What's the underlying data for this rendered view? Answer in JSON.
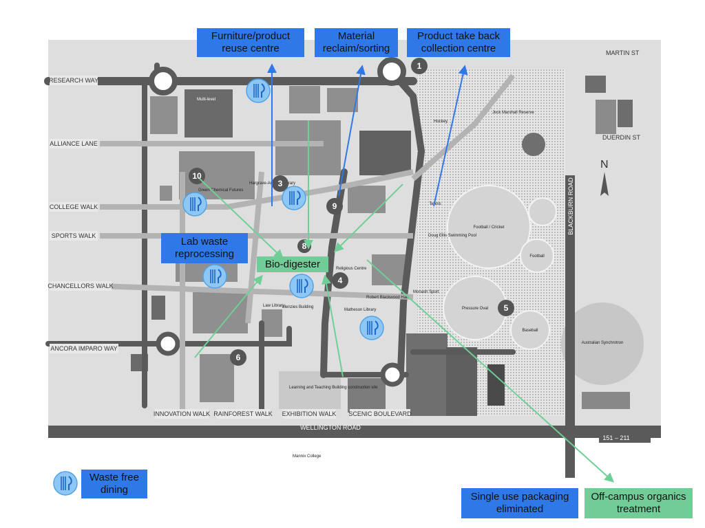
{
  "callouts": {
    "furniture": "Furniture/product reuse centre",
    "material": "Material reclaim/sorting",
    "takeback": "Product take back collection centre",
    "lab_waste": "Lab waste reprocessing",
    "biodigester": "Bio-digester",
    "packaging": "Single use packaging eliminated",
    "offcampus": "Off-campus organics treatment"
  },
  "legend": {
    "waste_free": "Waste free dining",
    "icon": "dining-icon"
  },
  "streets": {
    "research_way": "RESEARCH WAY",
    "alliance_lane": "ALLIANCE LANE",
    "college_walk": "COLLEGE WALK",
    "sports_walk": "SPORTS WALK",
    "chancellors_walk": "CHANCELLORS WALK",
    "ancora_imparo_way": "ANCORA IMPARO WAY",
    "wellington_road": "WELLINGTON ROAD",
    "blackburn_road": "BLACKBURN ROAD",
    "martin_st": "MARTIN ST",
    "duerdin_st": "DUERDIN ST",
    "innovation_walk": "INNOVATION WALK",
    "rainforest_walk": "RAINFOREST WALK",
    "exhibition_walk": "EXHIBITION WALK",
    "scenic_boulevard": "SCENIC BOULEVARD",
    "range": "151 – 211"
  },
  "places": {
    "australian_synchrotron": "Australian Synchrotron",
    "football_cricket": "Football / Cricket",
    "football": "Football",
    "hockey": "Hockey",
    "pool": "Doug Ellis Swimming Pool",
    "monash_sport": "Monash Sport",
    "menzies": "Menzies Building",
    "matheson": "Matheson Library",
    "robert_blackwood": "Robert Blackwood Hall",
    "law_library": "Law Library",
    "learning_teaching": "Learning and Teaching Building construction site",
    "mannix": "Mannix College",
    "green_chemical": "Green Chemical Futures",
    "hargrave": "Hargrave-Andrew Library",
    "pressure_oval": "Pressure Oval",
    "baseball": "Baseball",
    "tennis": "Tennis",
    "religious": "Religious Centre",
    "jock_marshall": "Jock Marshall Reserve",
    "multi_level": "Multi-level",
    "compass": "N"
  },
  "markers": {
    "m1": "1",
    "m3": "3",
    "m4": "4",
    "m5": "5",
    "m6": "6",
    "m8": "8",
    "m9": "9",
    "m10": "10"
  },
  "colors": {
    "road": "#5a5a5a",
    "block": "#8a8a8a",
    "callout_blue": "#2f78e8",
    "callout_green": "#72cc97",
    "arrow_blue": "#2f78e8",
    "arrow_green": "#6fcf97"
  }
}
